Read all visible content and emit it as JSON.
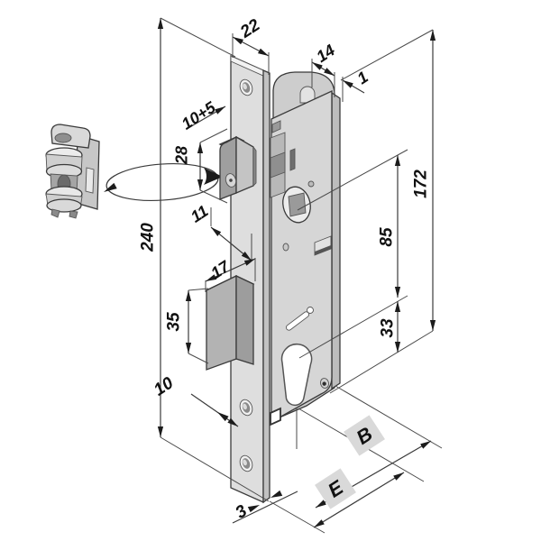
{
  "figure": {
    "type": "technical-drawing",
    "subject": "mortise door lock with roller keeper - dimensional diagram",
    "units": "mm"
  },
  "dims": {
    "d22": "22",
    "d14": "14",
    "d1": "1",
    "d10plus5": "10+5",
    "d28": "28",
    "d240": "240",
    "d11": "11",
    "d17": "17",
    "d35": "35",
    "d10": "10",
    "d3": "3",
    "d172": "172",
    "d85": "85",
    "d33": "33"
  },
  "badges": {
    "backset": "B",
    "entry": "E"
  },
  "colors": {
    "background": "#ffffff",
    "line": "#3b3b3b",
    "text": "#111111",
    "metal_light": "#dedede",
    "metal_mid": "#c2c2c2",
    "metal_dark": "#9f9f9f",
    "badge_bg": "#d9d9d9"
  }
}
